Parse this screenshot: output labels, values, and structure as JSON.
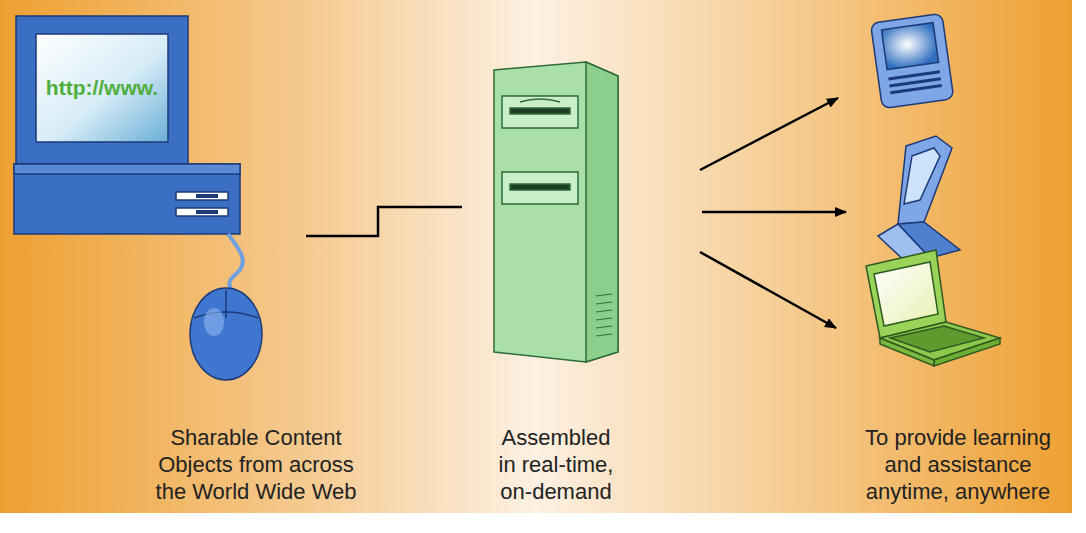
{
  "diagram": {
    "labels": [
      "http://www.",
      "Sharable Content Objects from across the World Wide Web",
      "Assembled in real-time, on-demand",
      "To provide learning and assistance anytime, anywhere"
    ]
  }
}
